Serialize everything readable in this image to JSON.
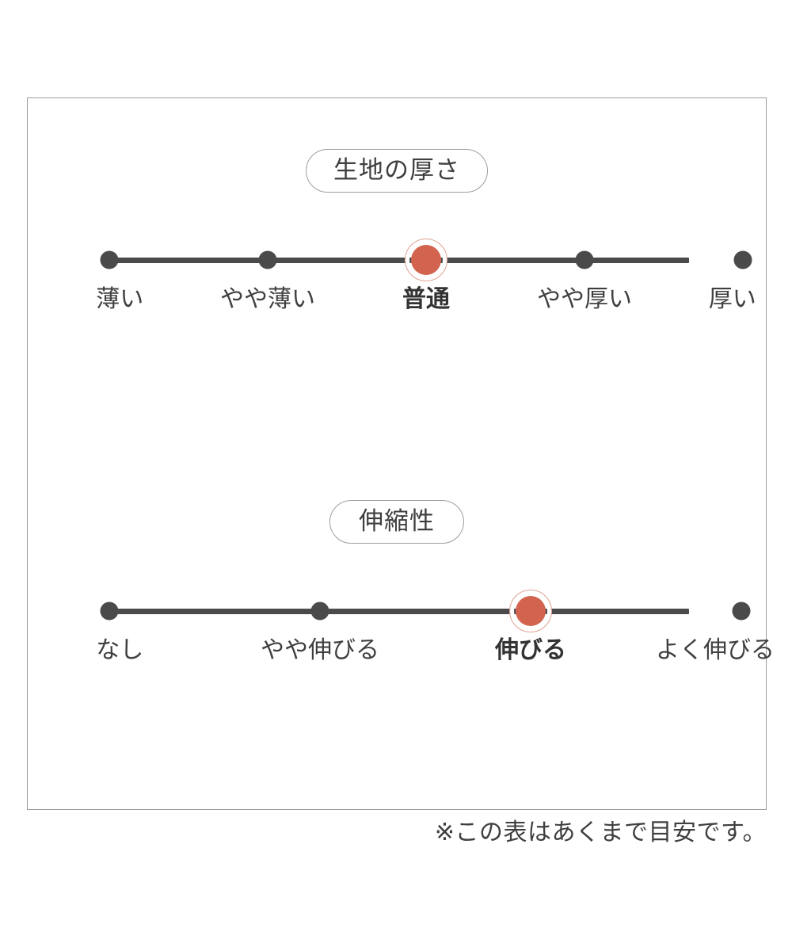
{
  "panel": {
    "border_color": "#9a9a9a",
    "background": "#ffffff"
  },
  "colors": {
    "track": "#4a4a4a",
    "dot": "#4a4a4a",
    "selected_dot": "#d2634f",
    "selected_ring": "#dfa293",
    "text": "#3f3f3f"
  },
  "sections": [
    {
      "id": "fabric-thickness",
      "title": "生地の厚さ",
      "selected_index": 2,
      "options": [
        {
          "label": "薄い",
          "selected": false
        },
        {
          "label": "やや薄い",
          "selected": false
        },
        {
          "label": "普通",
          "selected": true
        },
        {
          "label": "やや厚い",
          "selected": false
        },
        {
          "label": "厚い",
          "selected": false
        }
      ]
    },
    {
      "id": "stretchiness",
      "title": "伸縮性",
      "selected_index": 2,
      "options": [
        {
          "label": "なし",
          "selected": false
        },
        {
          "label": "やや伸びる",
          "selected": false
        },
        {
          "label": "伸びる",
          "selected": true
        },
        {
          "label": "よく伸びる",
          "selected": false
        }
      ]
    }
  ],
  "footnote": "※この表はあくまで目安です。"
}
